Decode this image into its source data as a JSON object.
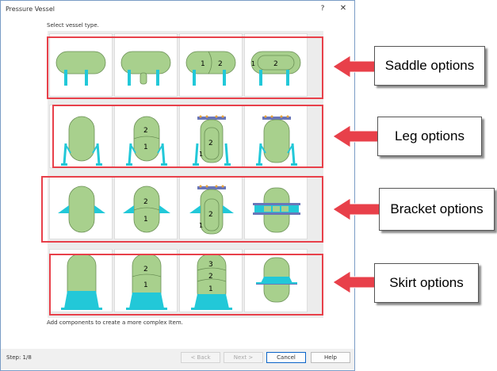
{
  "window": {
    "title": "Pressure Vessel",
    "help_glyph": "?",
    "close_glyph": "✕"
  },
  "instruction": "Select vessel type.",
  "footer_note": "Add components to create a more complex Item.",
  "step": "Step: 1/8",
  "buttons": {
    "back": "< Back",
    "next": "Next >",
    "cancel": "Cancel",
    "help": "Help"
  },
  "callouts": {
    "saddle": "Saddle options",
    "leg": "Leg options",
    "bracket": "Bracket options",
    "skirt": "Skirt options"
  },
  "vessels": {
    "saddle": [
      {
        "type": "saddle-horizontal",
        "labels": []
      },
      {
        "type": "saddle-horizontal-nozzle",
        "labels": []
      },
      {
        "type": "saddle-two-section",
        "labels": [
          "1",
          "2"
        ]
      },
      {
        "type": "saddle-jacketed",
        "labels": [
          "1",
          "2"
        ]
      }
    ],
    "leg": [
      {
        "type": "leg-single",
        "labels": []
      },
      {
        "type": "leg-two-section",
        "labels": [
          "2",
          "1"
        ]
      },
      {
        "type": "leg-jacketed",
        "labels": [
          "2",
          "1"
        ]
      },
      {
        "type": "leg-flanged",
        "labels": []
      }
    ],
    "bracket": [
      {
        "type": "bracket-single",
        "labels": []
      },
      {
        "type": "bracket-two-section",
        "labels": [
          "2",
          "1"
        ]
      },
      {
        "type": "bracket-jacketed",
        "labels": [
          "2",
          "1"
        ]
      },
      {
        "type": "bracket-panel",
        "labels": []
      }
    ],
    "skirt": [
      {
        "type": "skirt-single",
        "labels": []
      },
      {
        "type": "skirt-two-section",
        "labels": [
          "2",
          "1"
        ]
      },
      {
        "type": "skirt-three-section",
        "labels": [
          "3",
          "2",
          "1"
        ]
      },
      {
        "type": "skirt-short",
        "labels": []
      }
    ]
  },
  "colors": {
    "vessel_fill": "#a8d08d",
    "vessel_stroke": "#6a8f55",
    "support": "#22c8d8",
    "flange": "#6a76b8",
    "bolt": "#e8a33a",
    "callout_border": "#e8404a"
  }
}
